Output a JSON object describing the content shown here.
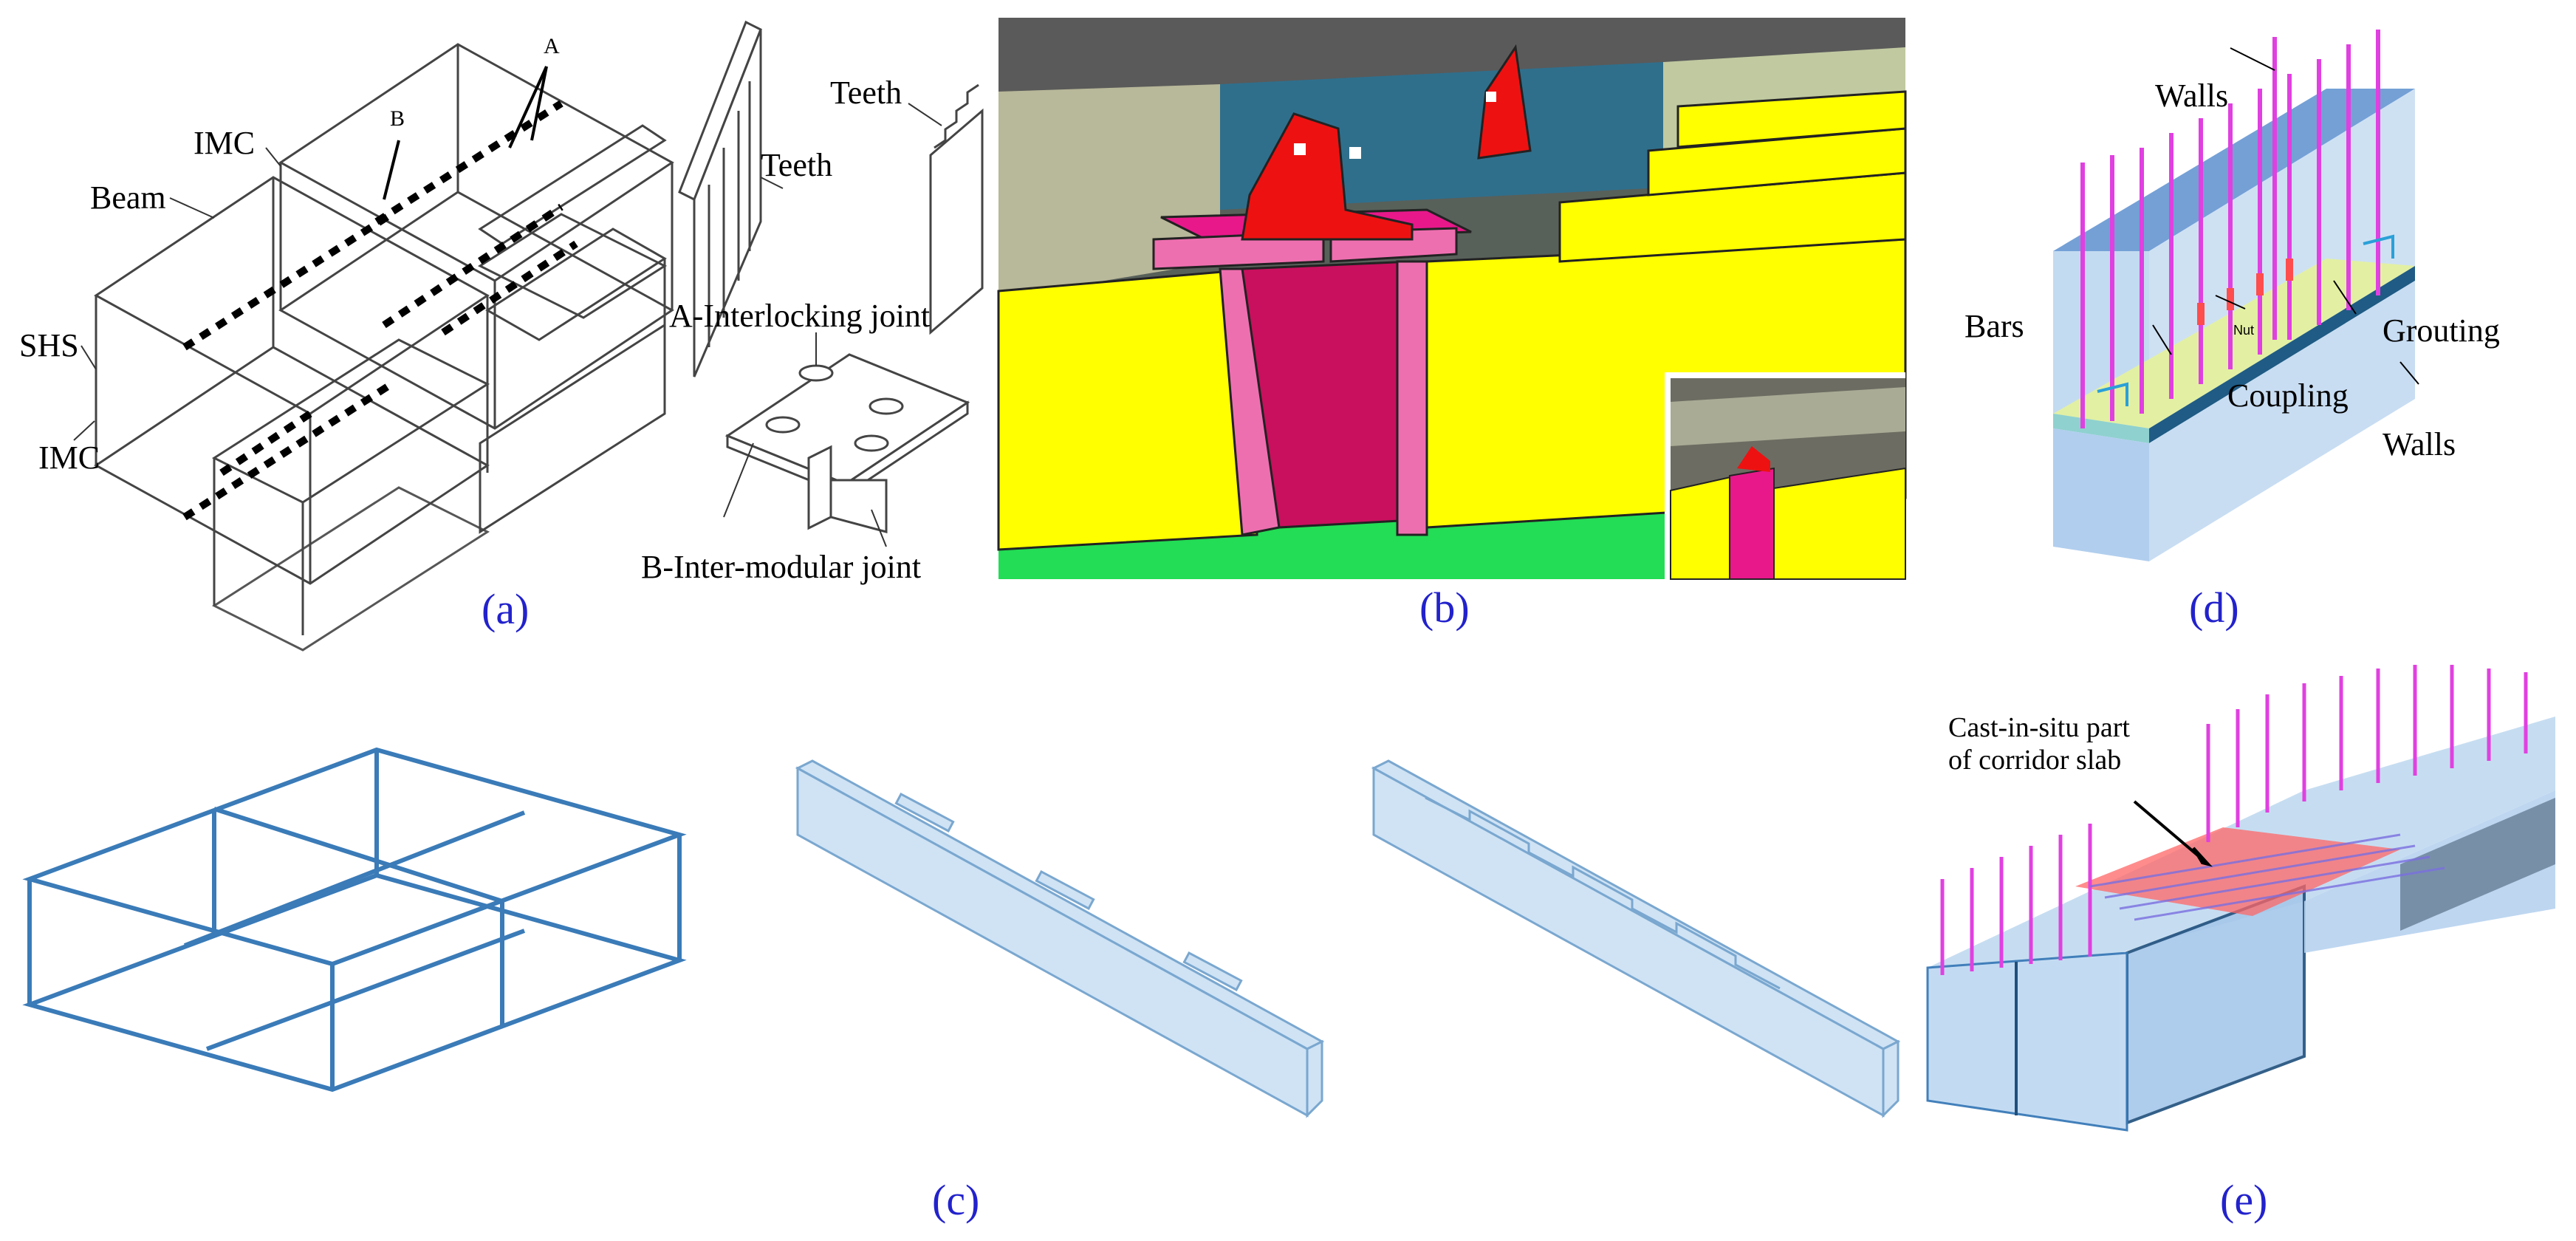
{
  "panel_a": {
    "labels": {
      "imc_top": "IMC",
      "beam": "Beam",
      "shs": "SHS",
      "imc_bottom": "IMC",
      "point_a": "A",
      "point_b": "B",
      "teeth_left": "Teeth",
      "teeth_right": "Teeth",
      "a_joint": "A-Interlocking joint",
      "b_joint": "B-Inter-modular joint"
    },
    "caption": "(a)"
  },
  "panel_b": {
    "caption": "(b)"
  },
  "panel_c": {
    "caption": "(c)"
  },
  "panel_d": {
    "labels": {
      "walls_top": "Walls",
      "bars": "Bars",
      "nut": "Nut",
      "grouting": "Grouting",
      "coupling": "Coupling",
      "walls_bottom": "Walls"
    },
    "caption": "(d)"
  },
  "panel_e": {
    "labels": {
      "cast_line1": "Cast-in-situ part",
      "cast_line2": "of corridor slab"
    },
    "caption": "(e)"
  },
  "colors": {
    "caption": "#2222cc",
    "yellow": "#ffff00",
    "pink": "#ee6fb0",
    "red": "#ee1111",
    "blue_module": "#4f8fc4",
    "light_blue": "#bcd7ee",
    "magenta_bar": "#e040e0"
  }
}
